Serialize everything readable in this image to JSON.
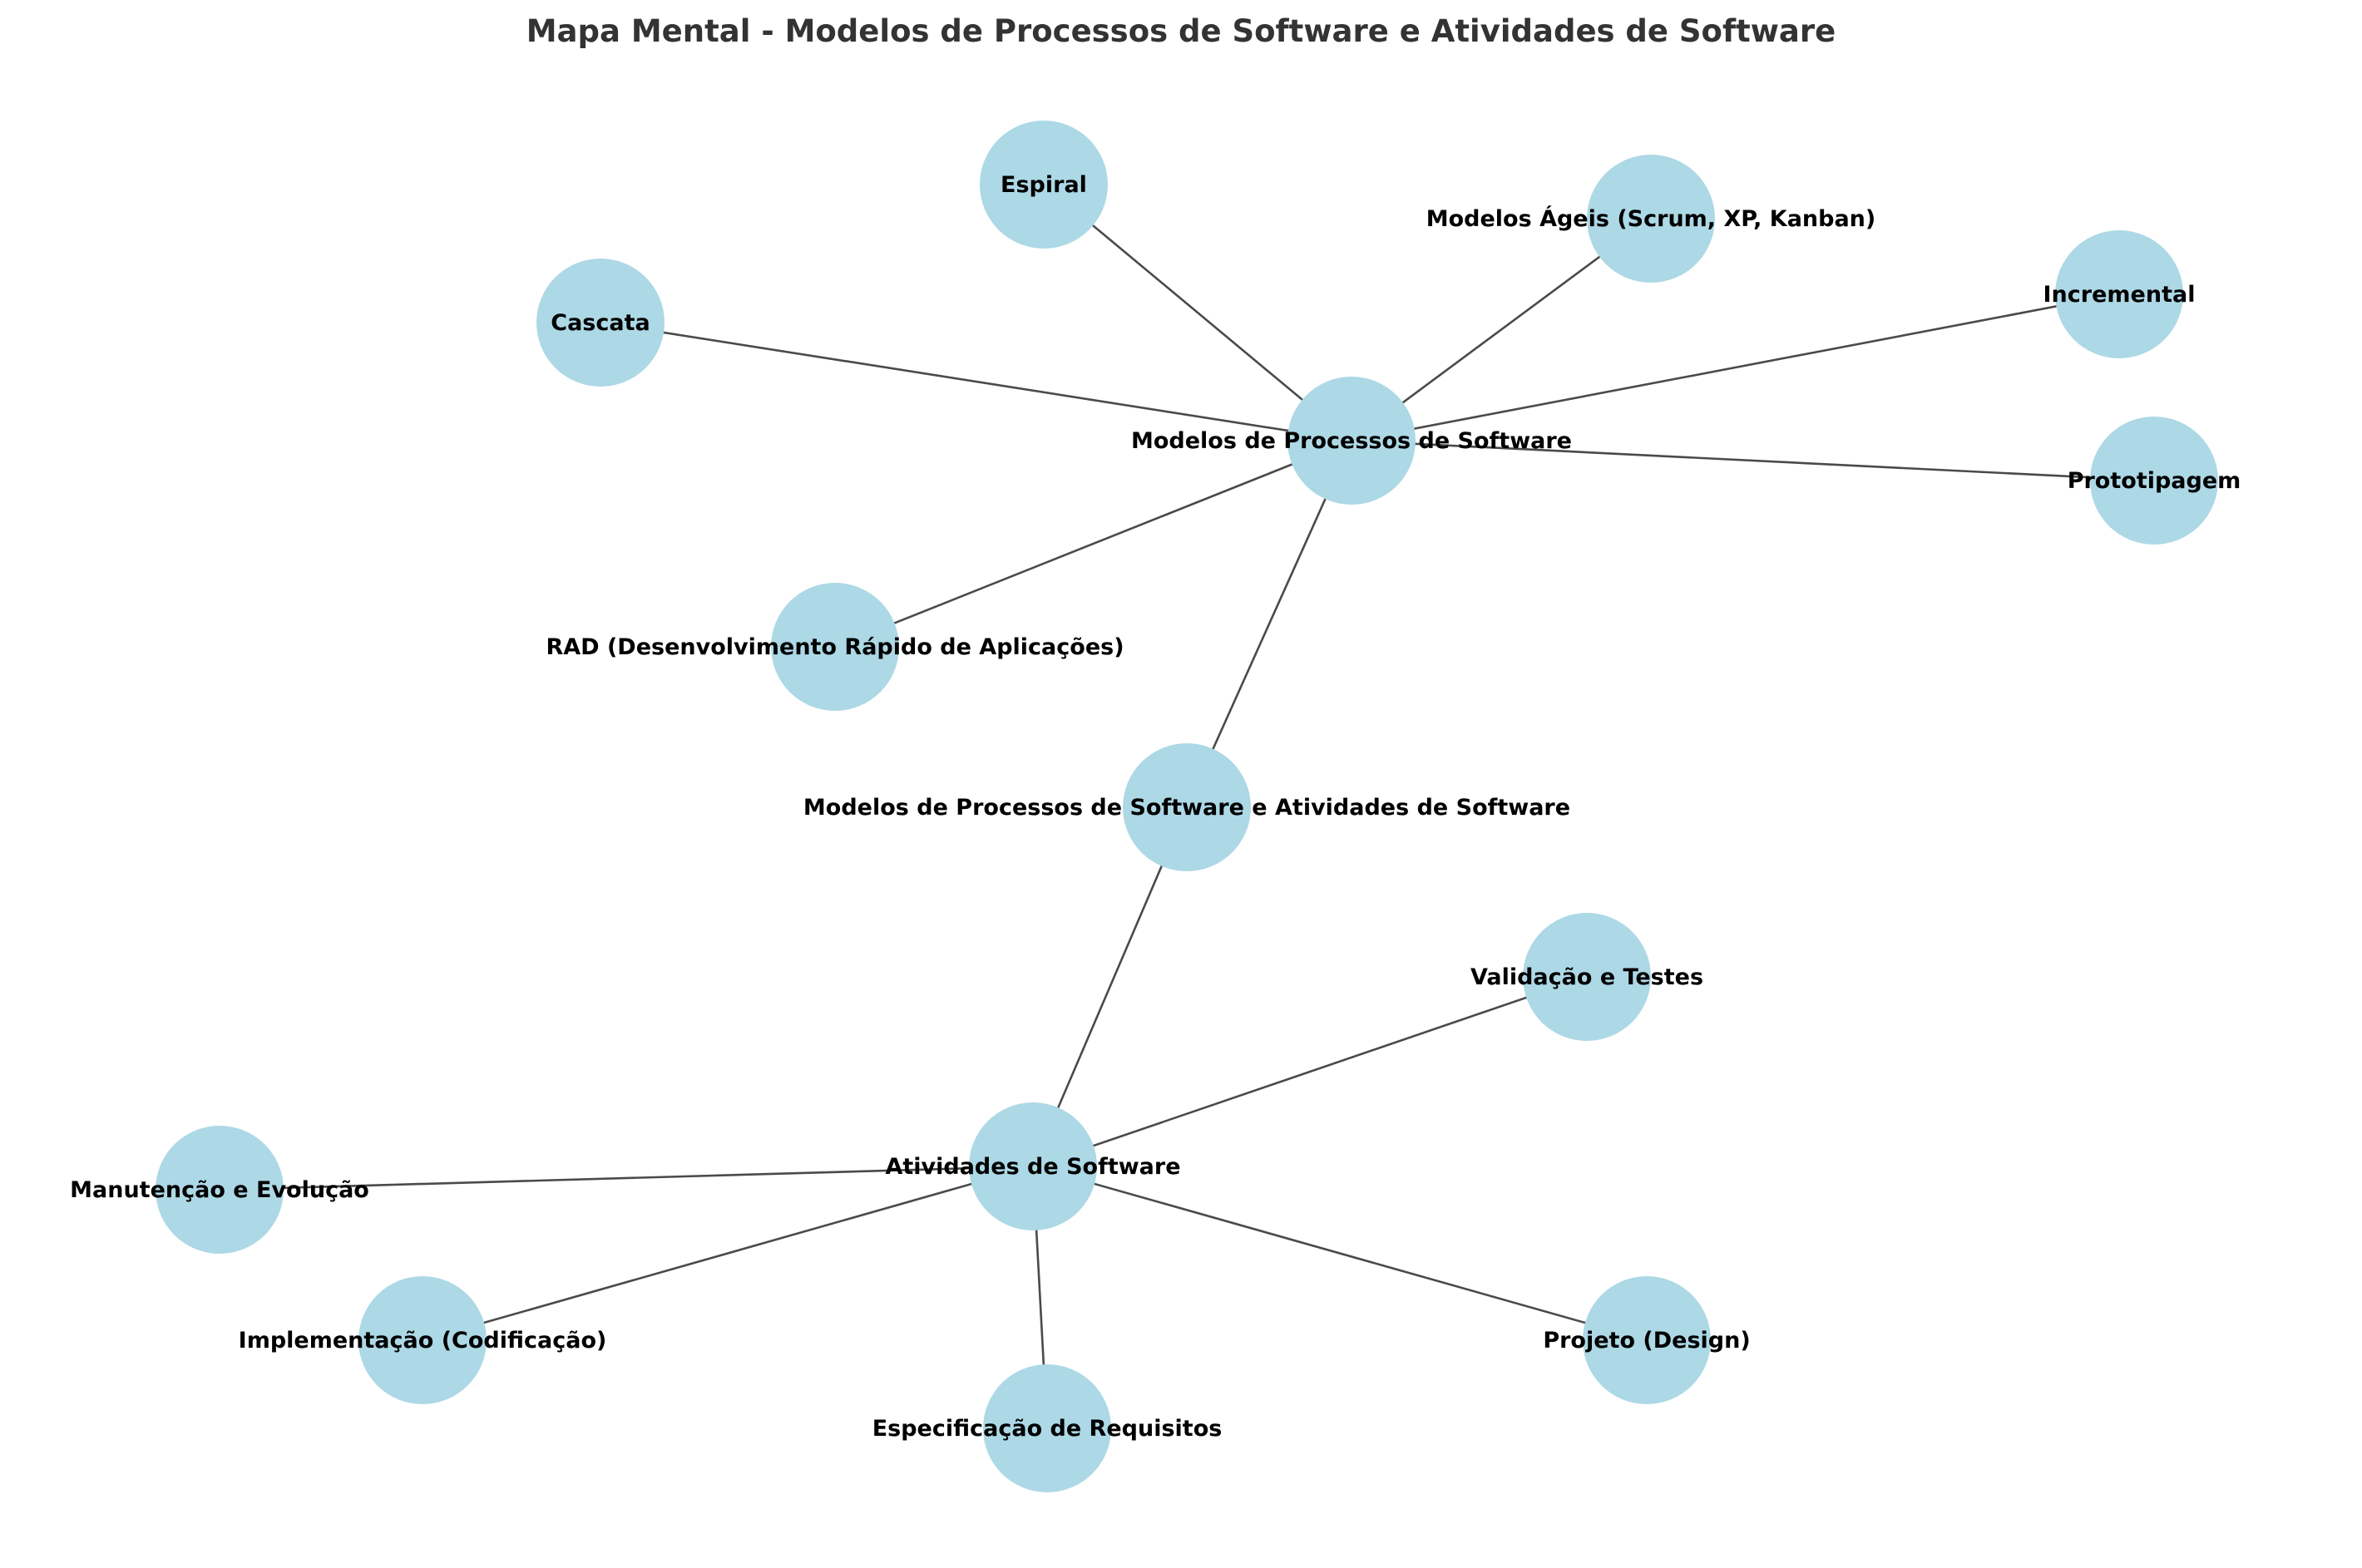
{
  "title": "Mapa Mental - Modelos de Processos de Software e Atividades de Software",
  "colors": {
    "node_fill": "#add8e6",
    "edge": "#4a4a4a",
    "label": "#000000",
    "title": "#333333",
    "background": "#ffffff"
  },
  "nodes": [
    {
      "id": "root",
      "label": "Modelos de Processos de Software e Atividades de Software"
    },
    {
      "id": "modelos",
      "label": "Modelos de Processos de Software"
    },
    {
      "id": "atividades",
      "label": "Atividades de Software"
    },
    {
      "id": "cascata",
      "label": "Cascata"
    },
    {
      "id": "espiral",
      "label": "Espiral"
    },
    {
      "id": "ageis",
      "label": "Modelos Ágeis (Scrum, XP, Kanban)"
    },
    {
      "id": "incremental",
      "label": "Incremental"
    },
    {
      "id": "prototipagem",
      "label": "Prototipagem"
    },
    {
      "id": "rad",
      "label": "RAD (Desenvolvimento Rápido de Aplicações)"
    },
    {
      "id": "validacao",
      "label": "Validação e Testes"
    },
    {
      "id": "manutencao",
      "label": "Manutenção e Evolução"
    },
    {
      "id": "implementacao",
      "label": "Implementação (Codificação)"
    },
    {
      "id": "especificacao",
      "label": "Especificação de Requisitos"
    },
    {
      "id": "projeto",
      "label": "Projeto (Design)"
    }
  ],
  "edges": [
    [
      "root",
      "modelos"
    ],
    [
      "root",
      "atividades"
    ],
    [
      "modelos",
      "cascata"
    ],
    [
      "modelos",
      "espiral"
    ],
    [
      "modelos",
      "ageis"
    ],
    [
      "modelos",
      "incremental"
    ],
    [
      "modelos",
      "prototipagem"
    ],
    [
      "modelos",
      "rad"
    ],
    [
      "atividades",
      "validacao"
    ],
    [
      "atividades",
      "manutencao"
    ],
    [
      "atividades",
      "implementacao"
    ],
    [
      "atividades",
      "especificacao"
    ],
    [
      "atividades",
      "projeto"
    ]
  ]
}
